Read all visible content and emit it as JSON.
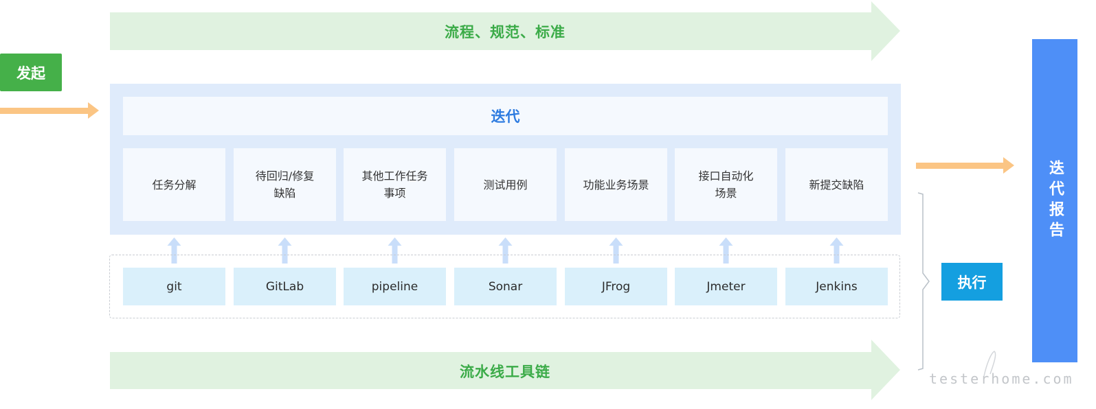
{
  "banners": {
    "top": "流程、规范、标准",
    "bottom": "流水线工具链"
  },
  "start": "发起",
  "iteration": {
    "title": "迭代",
    "tasks": [
      "任务分解",
      "待回归/修复\n缺陷",
      "其他工作任务\n事项",
      "测试用例",
      "功能业务场景",
      "接口自动化\n场景",
      "新提交缺陷"
    ]
  },
  "tools": [
    "git",
    "GitLab",
    "pipeline",
    "Sonar",
    "JFrog",
    "Jmeter",
    "Jenkins"
  ],
  "execute": "执行",
  "report": "迭代报告",
  "watermark": "testerhome.com",
  "colors": {
    "banner_fill": "#e0f2e0",
    "banner_text": "#3bab48",
    "start_fill": "#45b049",
    "panel_fill": "#dfebfb",
    "card_fill": "#f5f9fe",
    "title_text": "#2d7be0",
    "tool_fill": "#daf0fb",
    "up_arrow": "#c9defa",
    "flow_arrow": "#fbc584",
    "execute_fill": "#149fe0",
    "report_fill": "#4e8ff7"
  }
}
